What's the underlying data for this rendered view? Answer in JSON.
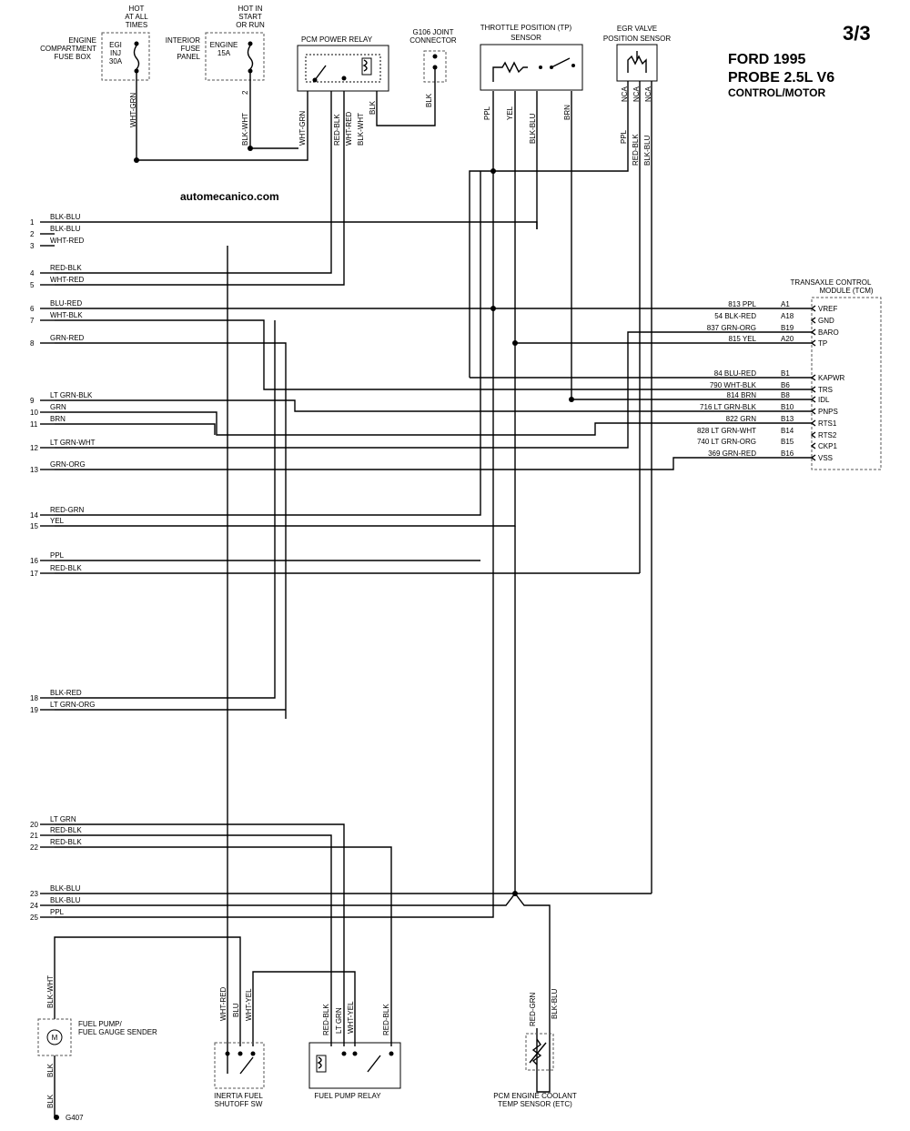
{
  "header": {
    "page": "3/3",
    "title_line1": "FORD 1995",
    "title_line2": "PROBE 2.5L V6",
    "title_line3": "CONTROL/MOTOR",
    "watermark": "automecanico.com"
  },
  "components": {
    "engine_fuse_box": [
      "ENGINE",
      "COMPARTMENT",
      "FUSE BOX"
    ],
    "hot_at_all_times": [
      "HOT",
      "AT ALL",
      "TIMES"
    ],
    "egi_fuse": [
      "EGI",
      "INJ",
      "30A"
    ],
    "interior_fuse_panel": [
      "INTERIOR",
      "FUSE",
      "PANEL"
    ],
    "hot_in_start": [
      "HOT IN",
      "START",
      "OR RUN"
    ],
    "engine_fuse": [
      "ENGINE",
      "15A"
    ],
    "pcm_power_relay": "PCM POWER RELAY",
    "g106": [
      "G106 JOINT",
      "CONNECTOR"
    ],
    "tp_sensor": [
      "THROTTLE POSITION (TP)",
      "SENSOR"
    ],
    "egr_sensor": [
      "EGR VALVE",
      "POSITION SENSOR"
    ],
    "tcm": [
      "TRANSAXLE CONTROL",
      "MODULE (TCM)"
    ],
    "fuel_pump": [
      "FUEL PUMP/",
      "FUEL GAUGE SENDER"
    ],
    "inertia_switch": [
      "INERTIA FUEL",
      "SHUTOFF SW"
    ],
    "fuel_pump_relay": "FUEL PUMP RELAY",
    "ect_sensor": [
      "PCM ENGINE COOLANT",
      "TEMP SENSOR (ETC)"
    ],
    "ground": "G407",
    "motor_symbol": "M"
  },
  "top_wire_labels": {
    "wht_grn": "WHT-GRN",
    "blk_wht": "BLK-WHT",
    "pin2": "2",
    "relay_wires": [
      "WHT-GRN",
      "RED-BLK",
      "WHT-RED",
      "BLK-WHT",
      "BLK"
    ],
    "g106_blk": "BLK",
    "tp_wires": [
      "PPL",
      "YEL",
      "BLK-BLU",
      "BRN"
    ],
    "nca": [
      "NCA",
      "NCA",
      "NCA"
    ],
    "egr_wires": [
      "PPL",
      "RED-BLK",
      "BLK-BLU"
    ]
  },
  "pcm_pins": [
    {
      "num": "1",
      "color": "BLK-BLU"
    },
    {
      "num": "2",
      "color": "BLK-BLU"
    },
    {
      "num": "3",
      "color": "WHT-RED"
    },
    {
      "num": "4",
      "color": "RED-BLK"
    },
    {
      "num": "5",
      "color": "WHT-RED"
    },
    {
      "num": "6",
      "color": "BLU-RED"
    },
    {
      "num": "7",
      "color": "WHT-BLK"
    },
    {
      "num": "8",
      "color": "GRN-RED"
    },
    {
      "num": "9",
      "color": "LT GRN-BLK"
    },
    {
      "num": "10",
      "color": "GRN"
    },
    {
      "num": "11",
      "color": "BRN"
    },
    {
      "num": "12",
      "color": "LT GRN-WHT"
    },
    {
      "num": "13",
      "color": "GRN-ORG"
    },
    {
      "num": "14",
      "color": "RED-GRN"
    },
    {
      "num": "15",
      "color": "YEL"
    },
    {
      "num": "16",
      "color": "PPL"
    },
    {
      "num": "17",
      "color": "RED-BLK"
    },
    {
      "num": "18",
      "color": "BLK-RED"
    },
    {
      "num": "19",
      "color": "LT GRN-ORG"
    },
    {
      "num": "20",
      "color": "LT GRN"
    },
    {
      "num": "21",
      "color": "RED-BLK"
    },
    {
      "num": "22",
      "color": "RED-BLK"
    },
    {
      "num": "23",
      "color": "BLK-BLU"
    },
    {
      "num": "24",
      "color": "BLK-BLU"
    },
    {
      "num": "25",
      "color": "PPL"
    }
  ],
  "tcm_pins": [
    {
      "circuit": "813 PPL",
      "pin": "A1",
      "name": "VREF"
    },
    {
      "circuit": "54 BLK-RED",
      "pin": "A18",
      "name": "GND"
    },
    {
      "circuit": "837 GRN-ORG",
      "pin": "B19",
      "name": "BARO"
    },
    {
      "circuit": "815 YEL",
      "pin": "A20",
      "name": "TP"
    },
    {
      "circuit": "84 BLU-RED",
      "pin": "B1",
      "name": "KAPWR"
    },
    {
      "circuit": "790 WHT-BLK",
      "pin": "B6",
      "name": "TRS"
    },
    {
      "circuit": "814 BRN",
      "pin": "B8",
      "name": "IDL"
    },
    {
      "circuit": "716 LT GRN-BLK",
      "pin": "B10",
      "name": "PNPS"
    },
    {
      "circuit": "822 GRN",
      "pin": "B13",
      "name": "RTS1"
    },
    {
      "circuit": "828 LT GRN-WHT",
      "pin": "B14",
      "name": "RTS2"
    },
    {
      "circuit": "740 LT GRN-ORG",
      "pin": "B15",
      "name": "CKP1"
    },
    {
      "circuit": "369 GRN-RED",
      "pin": "B16",
      "name": "VSS"
    }
  ],
  "bottom_wire_labels": {
    "fuel_pump_top": "BLK-WHT",
    "fuel_pump_bottom": "BLK",
    "inertia": [
      "WHT-RED",
      "BLU",
      "WHT-YEL"
    ],
    "relay": [
      "RED-BLK",
      "LT GRN",
      "WHT-YEL",
      "RED-BLK"
    ],
    "ect": [
      "RED-GRN",
      "BLK-BLU"
    ]
  }
}
